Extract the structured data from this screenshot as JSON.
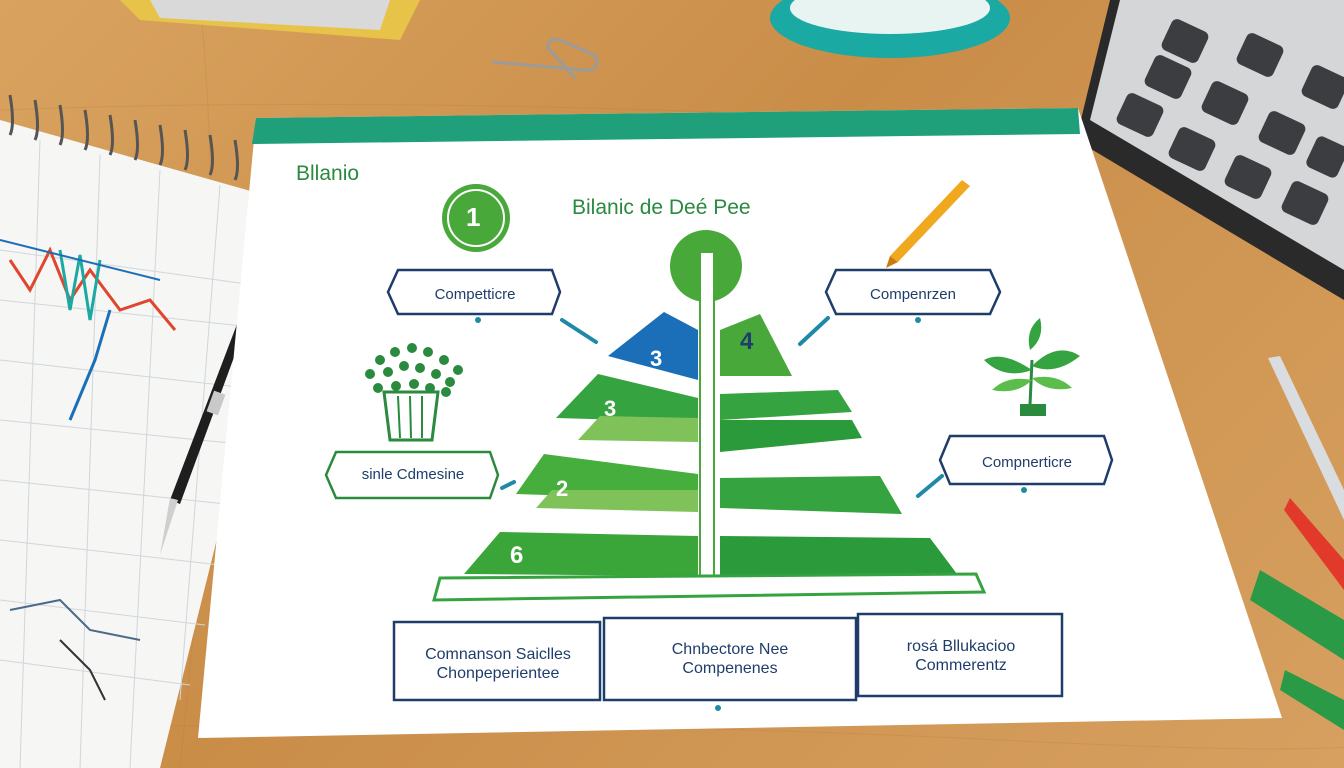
{
  "diagram": {
    "small_title": "Bllanio",
    "main_title": "Bilanic de Deé Pee",
    "labels": {
      "top_left": "Competticre",
      "top_right": "Compenrzen",
      "mid_left": "sinle Cdmesine",
      "mid_right": "Compnerticre"
    },
    "pyramid_numbers": {
      "top_left": "3",
      "top_right": "4",
      "second": "3",
      "third": "2",
      "base": "6",
      "icon": "1"
    },
    "bottom_boxes": [
      {
        "line1": "Comnanson Saiclles",
        "line2": "Chonpeperientee"
      },
      {
        "line1": "Chnbectore Nee",
        "line2": "Compenenes"
      },
      {
        "line1": "rosá  Bllukacioo",
        "line2": "Commerentz"
      }
    ]
  },
  "colors": {
    "green": "#35a33f",
    "green_dark": "#2a8a3e",
    "blue": "#1b6fb8",
    "navy": "#1f3d6b",
    "wood": "#d29a55"
  }
}
